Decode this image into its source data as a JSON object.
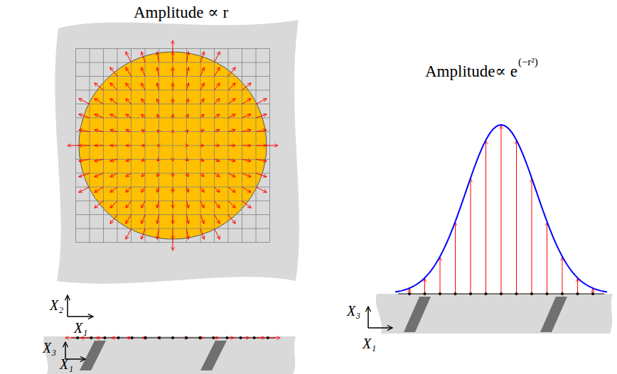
{
  "diagram": {
    "labels": [
      "Amplitude ∝ r",
      "Amplitude∝ e",
      "(−r²)",
      "X₂",
      "X₁",
      "X₃",
      "X₁",
      "X₃",
      "X₁"
    ]
  }
}
